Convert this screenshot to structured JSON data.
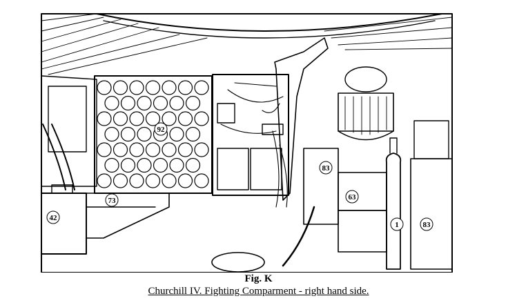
{
  "figure": {
    "label": "Fig. K",
    "caption": "Churchill IV. Fighting Comparment - right hand side."
  },
  "callouts": [
    "92",
    "73",
    "42",
    "83",
    "63",
    "1",
    "83"
  ],
  "colors": {
    "ink": "#000000",
    "paper": "#ffffff"
  }
}
